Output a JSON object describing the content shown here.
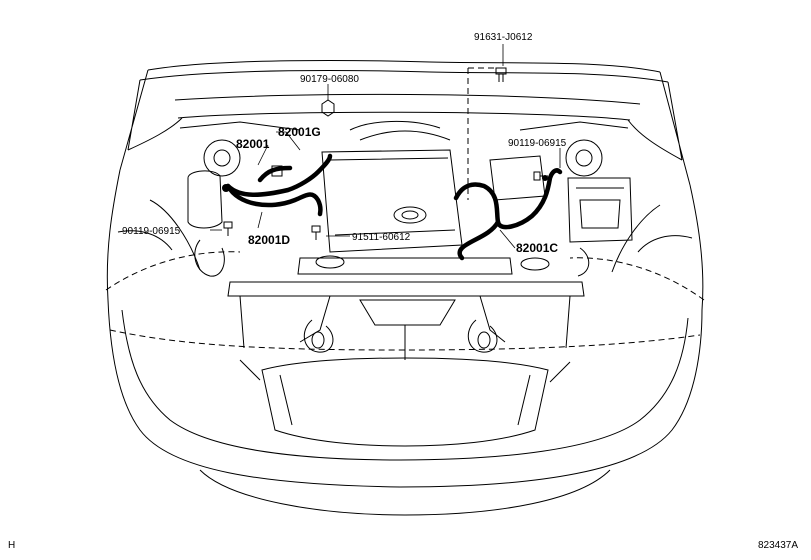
{
  "parts": {
    "p91631": "91631-J0612",
    "p90179": "90179-06080",
    "p82001G": "82001G",
    "p82001": "82001",
    "p90119_right": "90119-06915",
    "p90119_left": "90119-06915",
    "p82001D": "82001D",
    "p91511": "91511-60612",
    "p82001C": "82001C"
  },
  "footer": {
    "corner_code": "H",
    "illustration_id": "823437A"
  }
}
